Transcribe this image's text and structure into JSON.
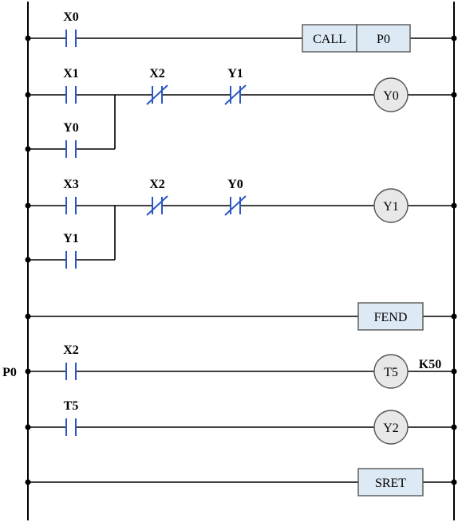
{
  "rungs": [
    {
      "contacts": [
        {
          "label": "X0",
          "type": "NO"
        }
      ],
      "output": {
        "kind": "instr",
        "cells": [
          "CALL",
          "P0"
        ]
      }
    },
    {
      "contacts": [
        {
          "label": "X1",
          "type": "NO"
        },
        {
          "label": "X2",
          "type": "NC"
        },
        {
          "label": "Y1",
          "type": "NC"
        }
      ],
      "branch": {
        "label": "Y0",
        "type": "NO"
      },
      "output": {
        "kind": "coil",
        "label": "Y0"
      }
    },
    {
      "contacts": [
        {
          "label": "X3",
          "type": "NO"
        },
        {
          "label": "X2",
          "type": "NC"
        },
        {
          "label": "Y0",
          "type": "NC"
        }
      ],
      "branch": {
        "label": "Y1",
        "type": "NO"
      },
      "output": {
        "kind": "coil",
        "label": "Y1"
      }
    },
    {
      "contacts": [],
      "output": {
        "kind": "instr",
        "cells": [
          "FEND"
        ]
      }
    },
    {
      "pointer": "P0",
      "contacts": [
        {
          "label": "X2",
          "type": "NO"
        }
      ],
      "output": {
        "kind": "coil",
        "label": "T5",
        "param": "K50"
      }
    },
    {
      "contacts": [
        {
          "label": "T5",
          "type": "NO"
        }
      ],
      "output": {
        "kind": "coil",
        "label": "Y2"
      }
    },
    {
      "contacts": [],
      "output": {
        "kind": "instr",
        "cells": [
          "SRET"
        ]
      }
    }
  ]
}
